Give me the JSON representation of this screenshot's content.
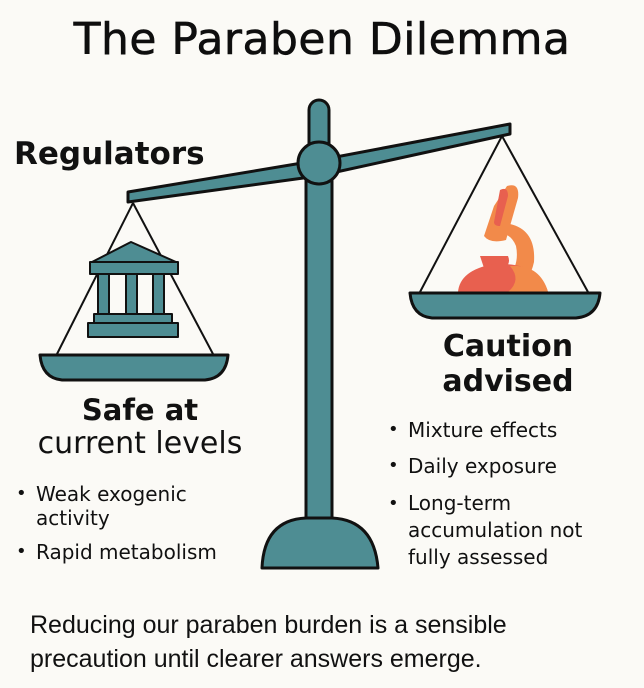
{
  "title": "The Paraben Dilemma",
  "left_side": {
    "label": "Regulators",
    "icon": "courthouse-icon",
    "heading_line1": "Safe at",
    "heading_line2": "current levels",
    "bullets": [
      "Weak exogenic activity",
      "Rapid metabolism"
    ]
  },
  "right_side": {
    "icon": "microscope-icon",
    "heading_line1": "Caution",
    "heading_line2": "advised",
    "bullets": [
      "Mixture effects",
      "Daily exposure",
      "Long-term accumulation not fully assessed"
    ]
  },
  "conclusion": "Reducing our paraben burden is a sensible precaution until clearer answers emerge.",
  "colors": {
    "background": "#fbfaf6",
    "scale_teal": "#4e8d93",
    "outline": "#111111",
    "microscope_orange": "#f28a4a",
    "microscope_red": "#e8604f"
  }
}
